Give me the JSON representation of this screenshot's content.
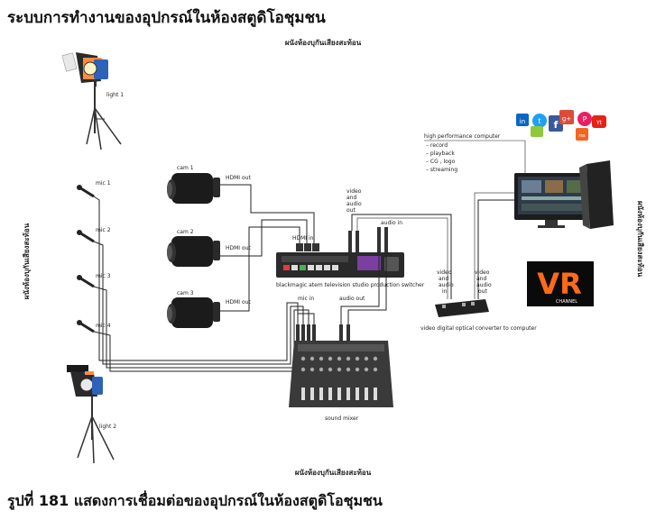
{
  "title": "ระบบการทำงานของอุปกรณ์ในห้องสตูดิโอชุมชน",
  "caption": "รูปที่ 181  แสดงการเชื่อมต่อของอุปกรณ์ในห้องสตูดิโอชุมชน",
  "walls": {
    "top": "ผนังห้องบุกันเสียงสะท้อน",
    "bottom": "ผนังห้องบุกันเสียงสะท้อน",
    "left": "ผนังห้องบุกันเสียงสะท้อน",
    "right": "ผนังห้องบุกันเสียงสะท้อน"
  },
  "lights": {
    "light1": "light 1",
    "light2": "light 2"
  },
  "mics": [
    "mic 1",
    "mic 2",
    "mic 3",
    "mic 4"
  ],
  "cams": [
    {
      "label": "cam 1",
      "out": "HDMI out"
    },
    {
      "label": "cam 2",
      "out": "HDMI out"
    },
    {
      "label": "cam 3",
      "out": "HDMI out"
    }
  ],
  "switcher": {
    "name": "blackmagic atem television studio production switcher",
    "hdmi_in": "HDMI in",
    "audio_in": "audio in",
    "video_out": [
      "video",
      "and",
      "audio",
      "out"
    ]
  },
  "mixer": {
    "name": "sound mixer",
    "mic_in": "mic in",
    "audio_out": "audio out"
  },
  "converter": {
    "name": "video digital optical converter to computer",
    "in": [
      "video",
      "and",
      "audio",
      "in"
    ],
    "out": [
      "video",
      "and",
      "audio",
      "out"
    ]
  },
  "computer": {
    "heading": "high performance computer",
    "features": [
      "– record",
      "– playback",
      "– CG , logo",
      "– streaming"
    ]
  },
  "logo": {
    "text": "VR",
    "sub": "CHANNEL"
  },
  "social_icons": [
    {
      "text": "in",
      "color": "#0a66c2"
    },
    {
      "text": "t",
      "color": "#1da1f2"
    },
    {
      "text": "f",
      "color": "#3b5998"
    },
    {
      "text": "g+",
      "color": "#dd4b39"
    },
    {
      "text": "P",
      "color": "#cb2027"
    },
    {
      "text": "Yt",
      "color": "#e62117"
    },
    {
      "text": "rss",
      "color": "#f26522"
    }
  ]
}
